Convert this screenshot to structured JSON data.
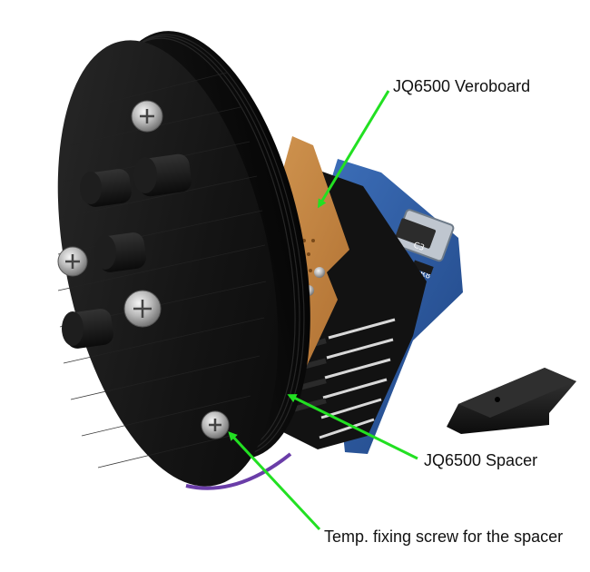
{
  "annotations": {
    "veroboard": "JQ6500 Veroboard",
    "spacer": "JQ6500 Spacer",
    "fixing_screw": "Temp. fixing screw for the spacer"
  },
  "colors": {
    "arrow": "#22e022",
    "plastic": "#161616",
    "pcb_blue": "#2f5fa8",
    "veroboard": "#c98a3c",
    "background": "#ffffff"
  },
  "objects": [
    "round-3d-printed-enclosure",
    "push-buttons",
    "pan-head-screws",
    "veroboard",
    "jq6500-module",
    "pin-header-connector",
    "spacer-part"
  ]
}
